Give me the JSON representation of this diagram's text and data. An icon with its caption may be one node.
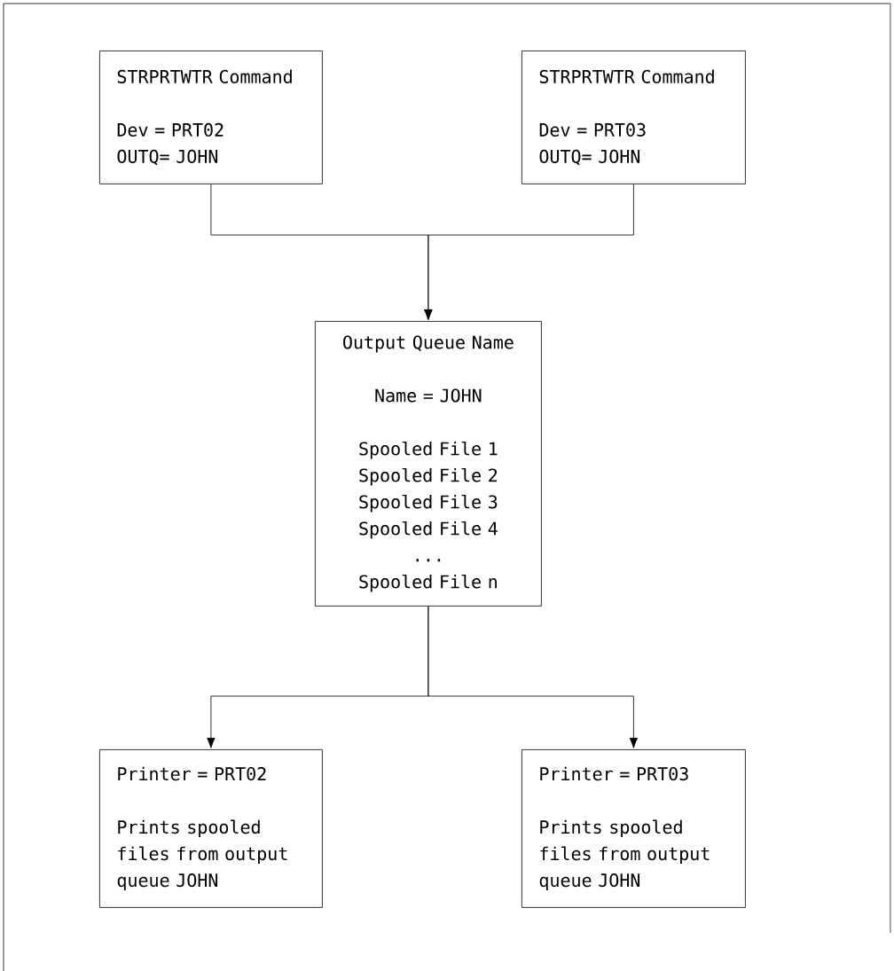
{
  "diagram": {
    "nodes": [
      {
        "text": [
          "STRPRTWTR Command",
          "Dev = PRT02",
          "OUTQ= JOHN"
        ]
      },
      {
        "text": [
          "STRPRTWTR Command",
          "Dev = PRT03",
          "OUTQ= JOHN"
        ]
      },
      {
        "text": [
          "Output Queue Name",
          "Name = JOHN",
          "Spooled File 1",
          "Spooled File 2",
          "Spooled File 3",
          "Spooled File 4",
          "...",
          "Spooled File n"
        ]
      },
      {
        "text": [
          "Printer = PRT02",
          "Prints spooled files from output queue JOHN"
        ]
      },
      {
        "text": [
          "Printer = PRT03",
          "Prints spooled files from output queue JOHN"
        ]
      }
    ],
    "edges": [
      {
        "from": 0,
        "to": 2,
        "arrow": "to"
      },
      {
        "from": 1,
        "to": 2,
        "arrow": "to"
      },
      {
        "from": 2,
        "to": 3,
        "arrow": "to"
      },
      {
        "from": 2,
        "to": 4,
        "arrow": "to"
      }
    ]
  }
}
